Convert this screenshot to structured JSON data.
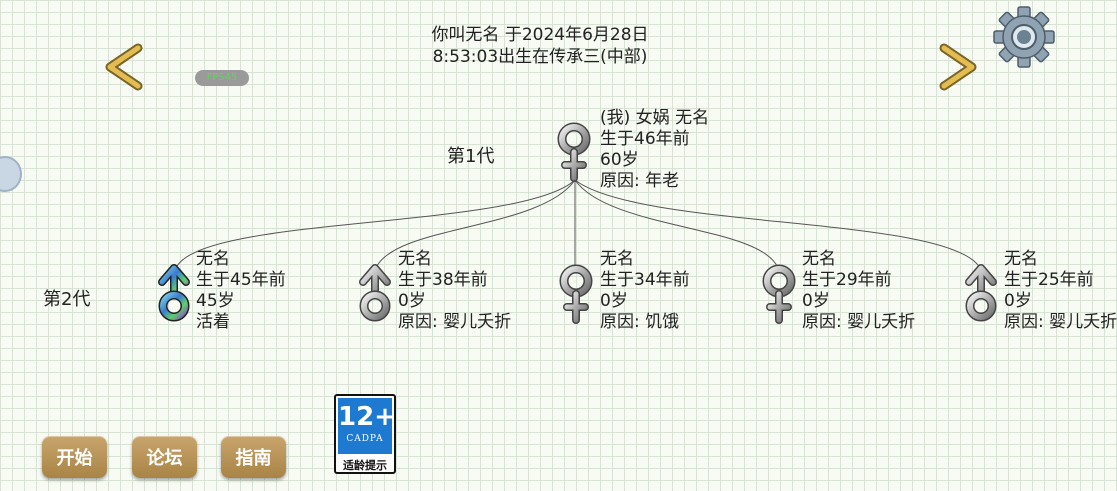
{
  "header": {
    "line1": "你叫无名 于2024年6月28日",
    "line2": "8:53:03出生在传承三(中部)"
  },
  "fps_badge": "FPS45",
  "generations": [
    {
      "label": "第1代"
    },
    {
      "label": "第2代"
    }
  ],
  "root_person": {
    "name": "(我) 女娲 无名",
    "born": "生于46年前",
    "age": "60岁",
    "status": "原因:  年老",
    "sex": "female"
  },
  "children": [
    {
      "name": "无名",
      "born": "生于45年前",
      "age": "45岁",
      "status": "活着",
      "sex": "male",
      "alive": true
    },
    {
      "name": "无名",
      "born": "生于38年前",
      "age": "0岁",
      "status": "原因:  婴儿夭折",
      "sex": "male",
      "alive": false
    },
    {
      "name": "无名",
      "born": "生于34年前",
      "age": "0岁",
      "status": "原因:  饥饿",
      "sex": "female",
      "alive": false
    },
    {
      "name": "无名",
      "born": "生于29年前",
      "age": "0岁",
      "status": "原因:  婴儿夭折",
      "sex": "female",
      "alive": false
    },
    {
      "name": "无名",
      "born": "生于25年前",
      "age": "0岁",
      "status": "原因:  婴儿夭折",
      "sex": "male",
      "alive": false
    }
  ],
  "buttons": {
    "start": "开始",
    "forum": "论坛",
    "guide": "指南"
  },
  "age_rating": {
    "age": "12+",
    "org": "CADPA",
    "hint": "适龄提示"
  },
  "icons": {
    "prev": "chevron-left-icon",
    "next": "chevron-right-icon",
    "settings": "gear-icon"
  },
  "colors": {
    "button": "#b89457",
    "chevron": "#d9b24a",
    "rating_blue": "#1e7ad1",
    "fps_text": "#5cd75c"
  }
}
